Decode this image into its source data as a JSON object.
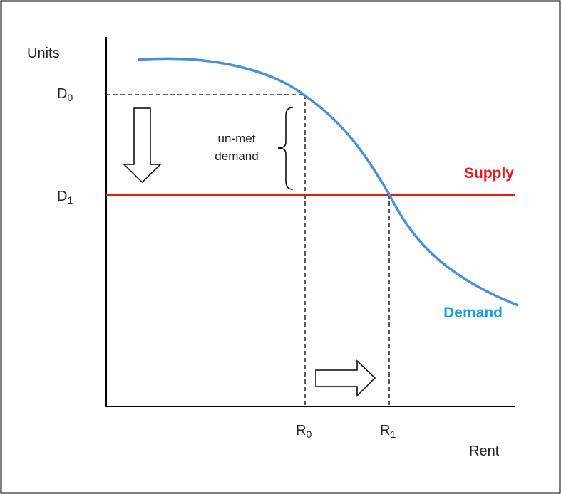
{
  "diagram": {
    "y_axis_label": "Units",
    "x_axis_label": "Rent",
    "supply_label": "Supply",
    "demand_label": "Demand",
    "unmet_label_line1": "un-met",
    "unmet_label_line2": "demand",
    "ticks": {
      "d0": {
        "main": "D",
        "sub": "0"
      },
      "d1": {
        "main": "D",
        "sub": "1"
      },
      "r0": {
        "main": "R",
        "sub": "0"
      },
      "r1": {
        "main": "R",
        "sub": "1"
      }
    },
    "colors": {
      "supply": "#e8191c",
      "demand": "#1aa0e0",
      "demand_curve": "#4a90d9",
      "axis": "#000000",
      "frame": "#000000"
    }
  }
}
